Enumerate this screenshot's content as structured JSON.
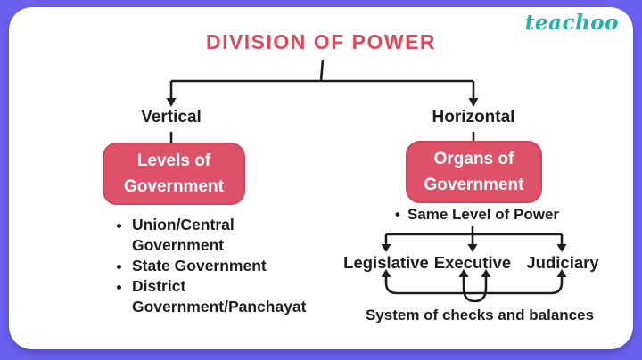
{
  "brand": {
    "name": "teachoo"
  },
  "title": "DIVISION OF POWER",
  "left_branch": {
    "label": "Vertical",
    "node": {
      "line1": "Levels of",
      "line2": "Government"
    },
    "bullets": [
      "Union/Central Government",
      "State Government",
      "District Government/Panchayat"
    ]
  },
  "right_branch": {
    "label": "Horizontal",
    "node": {
      "line1": "Organs of",
      "line2": "Government"
    },
    "bullet": "Same Level of Power",
    "organs": [
      "Legislative",
      "Executive",
      "Judiciary"
    ],
    "caption": "System of checks and balances"
  },
  "bullet_glyph": "•",
  "colors": {
    "frame": "#6b61ee",
    "card": "#ffffff",
    "title": "#e0485a",
    "node_fill": "#dd5268",
    "node_border": "#d2455c",
    "node_text": "#ffffff",
    "text": "#1d1d1d",
    "brand": "#23b2a3"
  }
}
